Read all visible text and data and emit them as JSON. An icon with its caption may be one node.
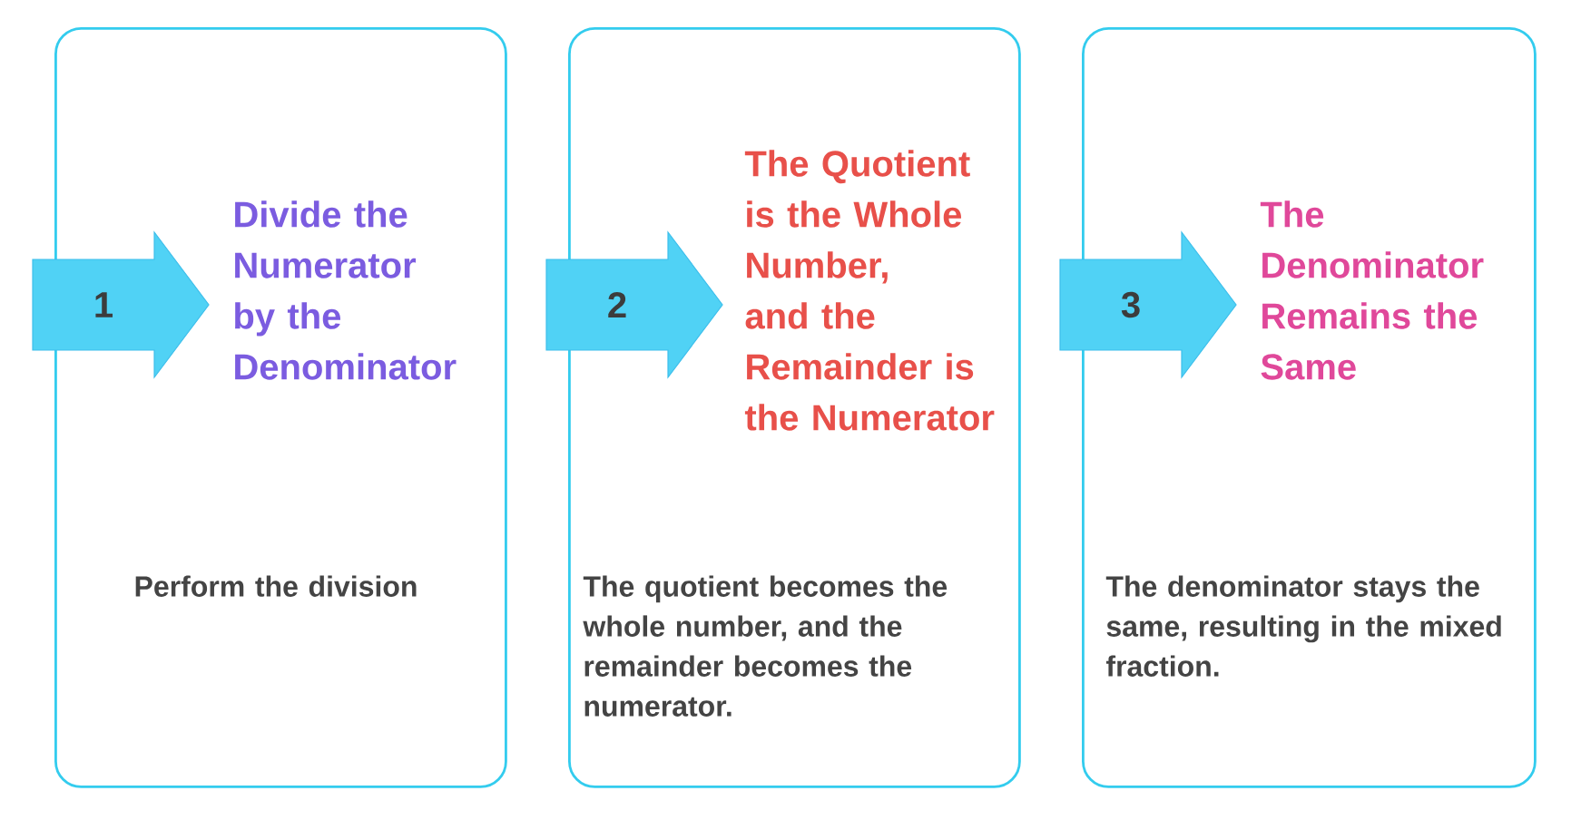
{
  "diagram": {
    "nodes": [
      {
        "text": [
          "Divide the Numerator by the Denominator",
          "Perform the division"
        ]
      },
      {
        "text": [
          "1"
        ]
      },
      {
        "text": [
          "The Quotient is the Whole Number, and the Remainder is the Numerator",
          "The quotient becomes the whole number, and the remainder becomes the numerator."
        ]
      },
      {
        "text": [
          "2"
        ]
      },
      {
        "text": [
          "The Denominator Remains the Same",
          "The denominator stays the same, resulting in the mixed fraction."
        ]
      },
      {
        "text": [
          "3"
        ]
      }
    ],
    "edges": []
  }
}
